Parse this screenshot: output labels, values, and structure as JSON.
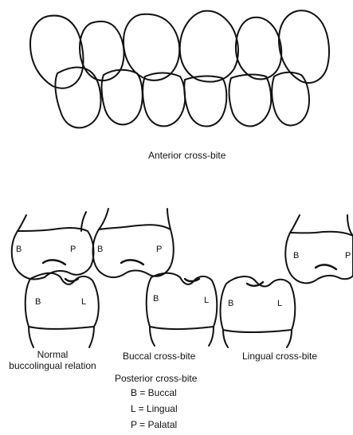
{
  "anterior": {
    "caption": "Anterior cross-bite"
  },
  "posterior": {
    "normal": {
      "b_upper": "B",
      "p_upper": "P",
      "b_lower": "B",
      "l_lower": "L",
      "caption_line1": "Normal",
      "caption_line2": "buccolingual relation"
    },
    "buccal": {
      "b_upper": "B",
      "p_upper": "P",
      "b_lower": "B",
      "l_lower": "L",
      "caption": "Buccal cross-bite"
    },
    "lingual": {
      "b_upper": "B",
      "p_upper": "P",
      "b_lower": "B",
      "l_lower": "L",
      "caption": "Lingual cross-bite"
    },
    "caption": "Posterior cross-bite"
  },
  "legend": {
    "buccal": "B = Buccal",
    "lingual": "L = Lingual",
    "palatal": "P = Palatal"
  }
}
